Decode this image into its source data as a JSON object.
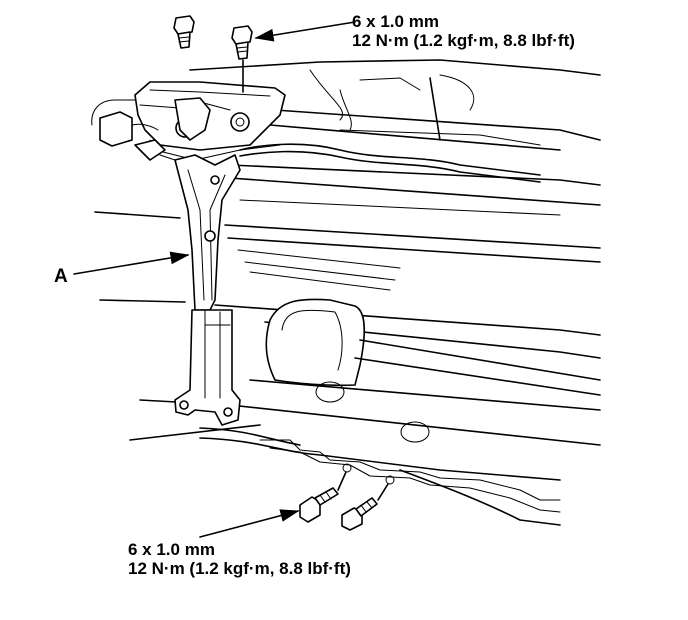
{
  "callouts": {
    "top": {
      "size": "6 x 1.0 mm",
      "torque": "12 N·m (1.2 kgf·m, 8.8 lbf·ft)"
    },
    "bottom": {
      "size": "6 x 1.0 mm",
      "torque": "12 N·m (1.2 kgf·m, 8.8 lbf·ft)"
    },
    "part_label": "A"
  }
}
